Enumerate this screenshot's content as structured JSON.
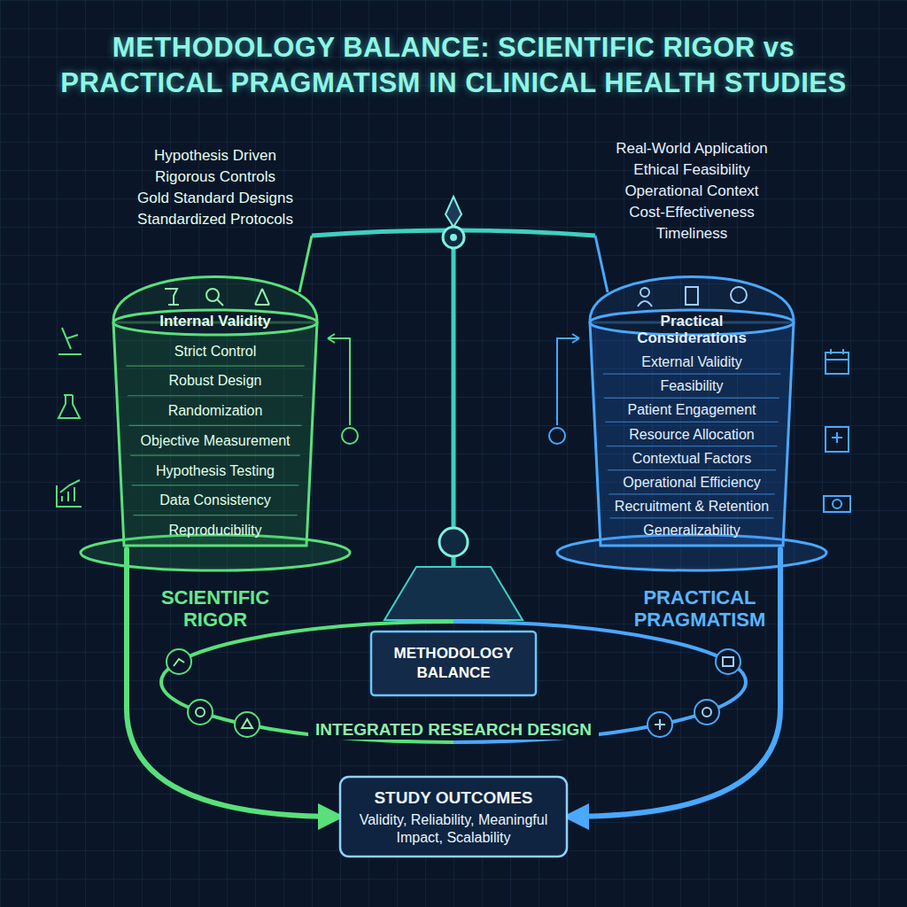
{
  "diagram": {
    "title": "METHODOLOGY BALANCE: SCIENTIFIC RIGOR vs PRACTICAL PRAGMATISM IN CLINICAL HEALTH STUDIES",
    "nodes": [
      {
        "text": [
          "Internal Validity",
          "Strict Control",
          "Robust Design",
          "Randomization",
          "Objective Measurement",
          "Hypothesis Testing",
          "Data Consistency",
          "Reproducibility"
        ]
      },
      {
        "text": [
          "Practical Considerations",
          "External Validity",
          "Feasibility",
          "Patient Engagement",
          "Resource Allocation",
          "Contextual Factors",
          "Operational Efficiency",
          "Recruitment & Retention",
          "Generalizability"
        ]
      },
      {
        "text": [
          "METHODOLOGY BALANCE"
        ]
      },
      {
        "text": [
          "STUDY OUTCOMES",
          "Validity, Reliability, Meaningful Impact, Scalability"
        ]
      }
    ],
    "edges": [
      {
        "from": 0,
        "to": 3,
        "arrow": "to"
      },
      {
        "from": 1,
        "to": 3,
        "arrow": "to"
      }
    ],
    "labels": [
      "Hypothesis Driven",
      "Rigorous Controls",
      "Gold Standard Designs",
      "Standardized Protocols",
      "Real-World Application",
      "Ethical Feasibility",
      "Operational Context",
      "Cost-Effectiveness",
      "Timeliness",
      "SCIENTIFIC RIGOR",
      "PRACTICAL PRAGMATISM",
      "INTEGRATED RESEARCH DESIGN"
    ]
  }
}
